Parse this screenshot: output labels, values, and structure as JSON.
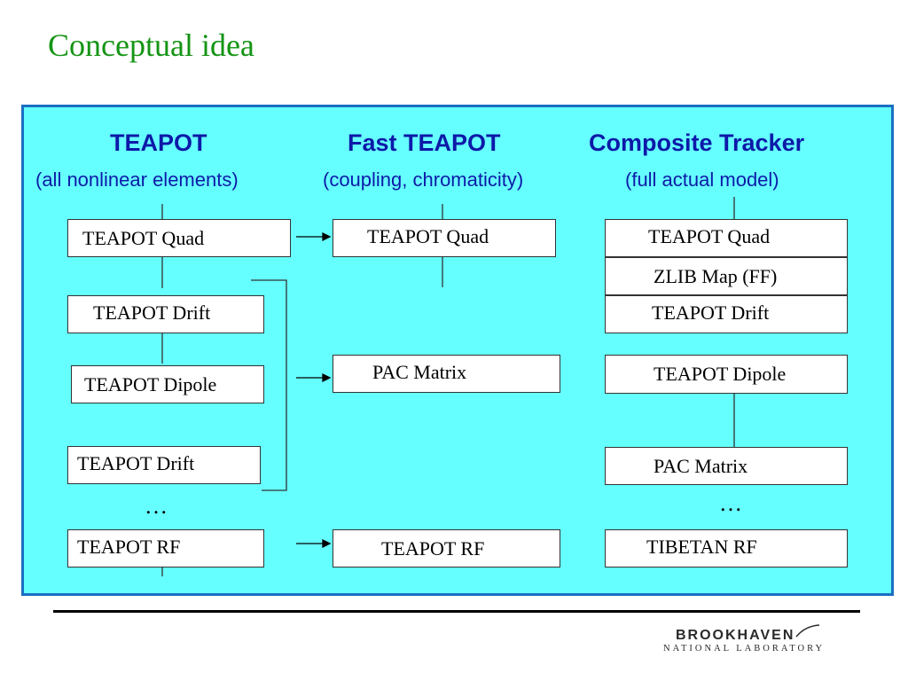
{
  "title": "Conceptual idea",
  "columns": [
    {
      "heading": "TEAPOT",
      "subheading": "(all nonlinear elements)"
    },
    {
      "heading": "Fast TEAPOT",
      "subheading": "(coupling, chromaticity)"
    },
    {
      "heading": "Composite Tracker",
      "subheading": "(full actual model)"
    }
  ],
  "col1": {
    "quad": "TEAPOT Quad",
    "drift1": "TEAPOT Drift",
    "dipole": "TEAPOT Dipole",
    "drift2": "TEAPOT Drift",
    "ellipsis": "…",
    "rf": "TEAPOT RF"
  },
  "col2": {
    "quad": "TEAPOT Quad",
    "matrix": "PAC Matrix",
    "rf": "TEAPOT RF"
  },
  "col3": {
    "quad": "TEAPOT Quad",
    "zlib": "ZLIB Map (FF)",
    "drift": "TEAPOT Drift",
    "dipole": "TEAPOT Dipole",
    "matrix": "PAC Matrix",
    "ellipsis": "…",
    "rf": "TIBETAN RF"
  },
  "logo": {
    "name": "BROOKHAVEN",
    "subtitle": "NATIONAL LABORATORY"
  },
  "colors": {
    "title": "#149414",
    "panel_bg": "#66ffff",
    "panel_border": "#1b6fc0",
    "heading": "#0d1aa8"
  }
}
